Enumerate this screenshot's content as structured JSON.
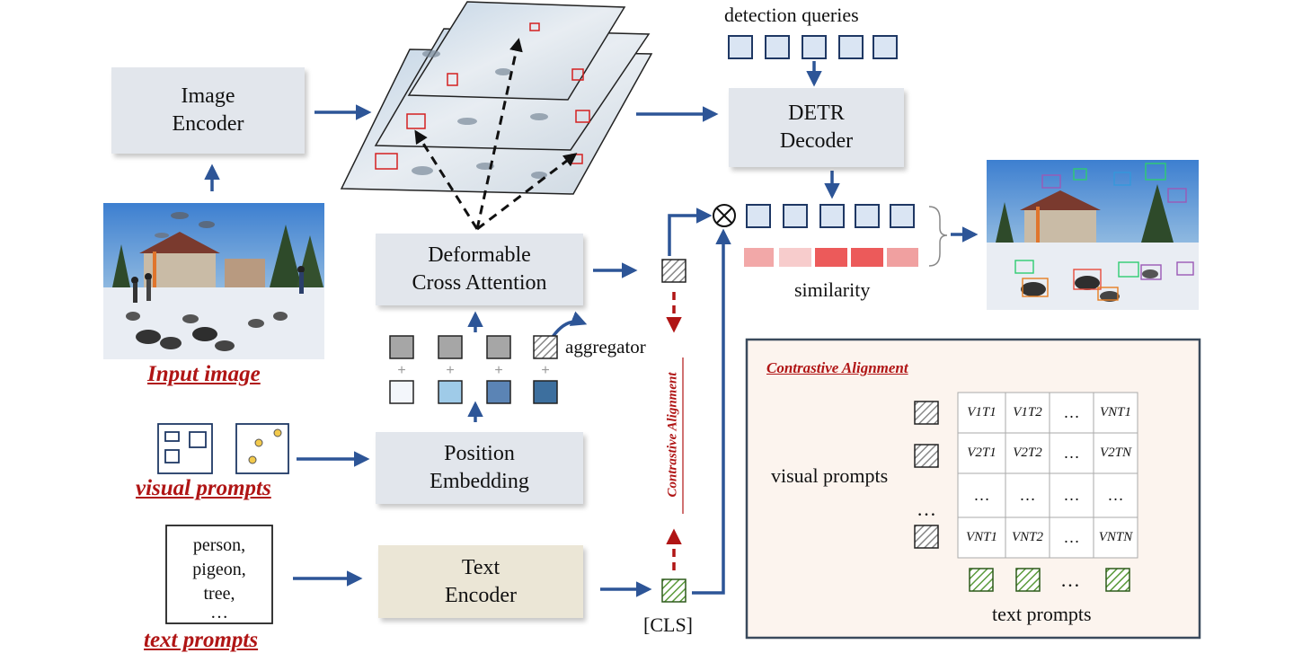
{
  "boxes": {
    "image_encoder": [
      "Image",
      "Encoder"
    ],
    "detr_decoder": [
      "DETR",
      "Decoder"
    ],
    "deformable": [
      "Deformable",
      "Cross Attention"
    ],
    "position": [
      "Position",
      "Embedding"
    ],
    "text_encoder": [
      "Text",
      "Encoder"
    ]
  },
  "labels": {
    "detection_queries": "detection queries",
    "similarity": "similarity",
    "aggregator": "aggregator",
    "cls": "[CLS]",
    "contrastive_vertical": "Contrastive Alignment"
  },
  "titles": {
    "input_image": "Input image",
    "visual_prompts": "visual prompts",
    "text_prompts": "text prompts"
  },
  "text_prompt_list": [
    "person,",
    "pigeon,",
    "tree,",
    "…"
  ],
  "panel": {
    "title": "Contrastive Alignment",
    "visual_label": "visual prompts",
    "text_label": "text prompts",
    "dots": "…",
    "matrix": [
      [
        "V1T1",
        "V1T2",
        "…",
        "VNT1"
      ],
      [
        "V2T1",
        "V2T2",
        "…",
        "V2TN"
      ],
      [
        "…",
        "…",
        "…",
        "…"
      ],
      [
        "VNT1",
        "VNT2",
        "…",
        "VNTN"
      ]
    ]
  },
  "colors": {
    "arrow": "#2d5597",
    "query_fill": "#dae5f3",
    "query_stroke": "#1f3864",
    "red_accent": "#b01515",
    "panel_bg": "#fcf4ee",
    "panel_border": "#3a4a5c",
    "green_hatch": "#5a9a3a",
    "gray_hatch": "#888888",
    "similarity": [
      "#f2a8a8",
      "#f7cccc",
      "#ec5a5a",
      "#ec5a5a",
      "#f0a0a0"
    ],
    "position_tokens": [
      "#f3f6fb",
      "#9fcbe8",
      "#5b84b5",
      "#3d6f9e"
    ]
  }
}
